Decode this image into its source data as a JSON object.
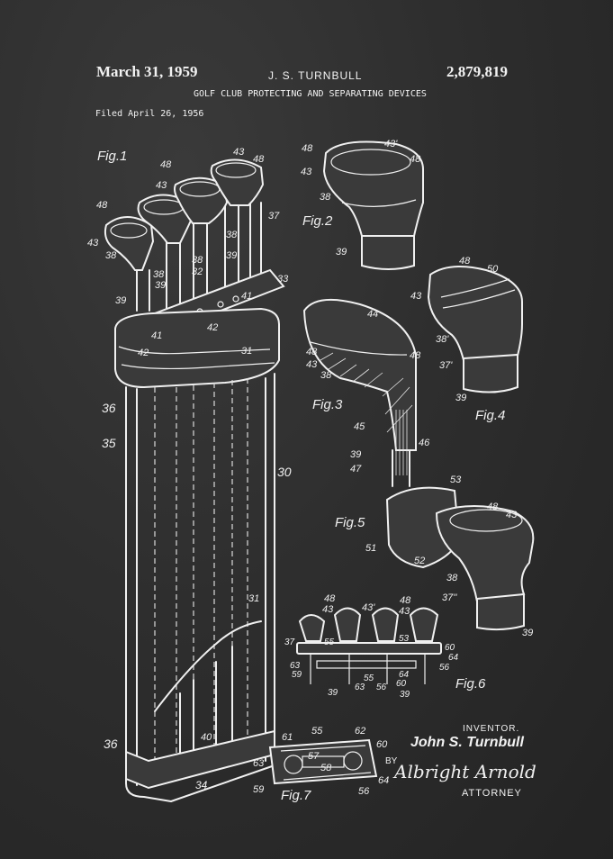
{
  "header": {
    "date": "March 31, 1959",
    "inventor": "J. S. TURNBULL",
    "patent_number": "2,879,819",
    "title": "GOLF CLUB PROTECTING AND SEPARATING DEVICES",
    "filed": "Filed April 26, 1956"
  },
  "figures": {
    "fig1": "Fig.1",
    "fig2": "Fig.2",
    "fig3": "Fig.3",
    "fig4": "Fig.4",
    "fig5": "Fig.5",
    "fig6": "Fig.6",
    "fig7": "Fig.7"
  },
  "refs": {
    "r43": "43",
    "r48": "48",
    "r37": "37",
    "r38": "38",
    "r39": "39",
    "r33": "33",
    "r32": "32",
    "r41": "41",
    "r42": "42",
    "r31": "31",
    "r36": "36",
    "r35": "35",
    "r30": "30",
    "r34": "34",
    "r40": "40",
    "r43p": "43'",
    "r44": "44",
    "r45": "45",
    "r46": "46",
    "r47": "47",
    "r50": "50",
    "r38p": "38'",
    "r37p": "37'",
    "r53": "53",
    "r51": "51",
    "r52": "52",
    "r37pp": "37''",
    "r55": "55",
    "r56": "56",
    "r57": "57",
    "r58": "58",
    "r59": "59",
    "r60": "60",
    "r61": "61",
    "r62": "62",
    "r63": "63",
    "r64": "64"
  },
  "signature": {
    "inventor_label": "INVENTOR.",
    "inventor_name": "John S. Turnbull",
    "by": "BY",
    "attorney_label": "ATTORNEY",
    "attorney_signature": "Albright Arnold"
  }
}
